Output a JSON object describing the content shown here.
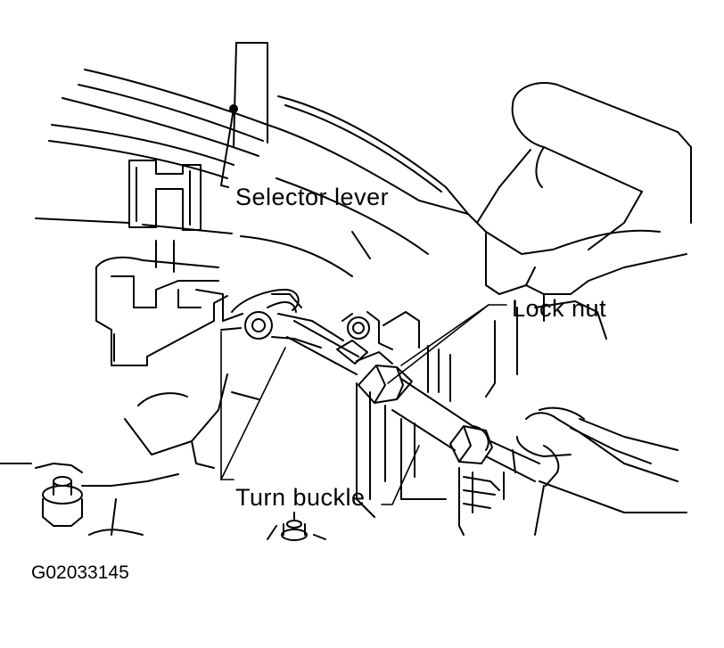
{
  "labels": {
    "selector_lever": "Selector lever",
    "lock_nut": "Lock nut",
    "turn_buckle": "Turn buckle"
  },
  "figure_id": "G02033145",
  "colors": {
    "ink": "#000000",
    "paper": "#ffffff"
  }
}
